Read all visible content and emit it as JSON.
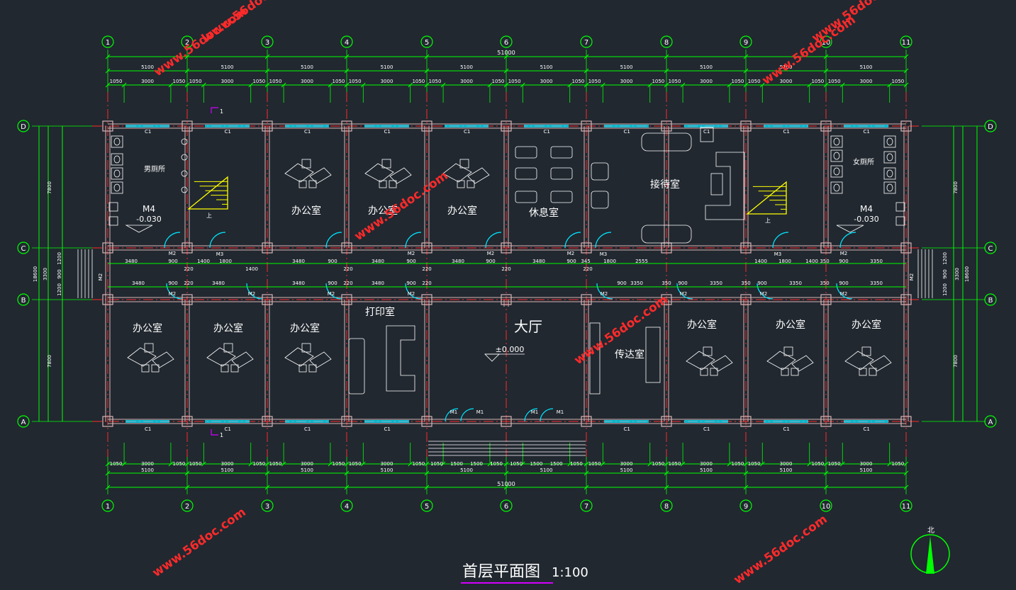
{
  "title": "首层平面图",
  "scale": "1:100",
  "watermark": "www.56doc.com",
  "axes_top": [
    "1",
    "2",
    "3",
    "4",
    "5",
    "6",
    "7",
    "8",
    "9",
    "10",
    "11"
  ],
  "axes_side": [
    "D",
    "C",
    "B",
    "A"
  ],
  "overall_dim": "51000",
  "bay_dim": "5100",
  "sub_dims": [
    "1050",
    "3000",
    "1050"
  ],
  "entrance_sub_dims": [
    "1050",
    "1500",
    "1500",
    "1050"
  ],
  "left_dims": [
    "7800",
    "1200",
    "900",
    "1200",
    "3300",
    "7800",
    "18600"
  ],
  "rooms": {
    "men_wc": "男厕所",
    "women_wc": "女厕所",
    "office": "办公室",
    "lounge": "休息室",
    "reception": "接待室",
    "print_room": "打印室",
    "hall": "大厅",
    "guard_room": "传达室"
  },
  "levels": {
    "wc": "-0.030",
    "hall": "±0.000"
  },
  "door_tags": {
    "m1": "M1",
    "m2": "M2",
    "m3": "M3",
    "m4": "M4",
    "c1": "C1"
  },
  "corridor_dims": {
    "upper_left": [
      "3480",
      "900",
      "220",
      "1400",
      "1800",
      "1400",
      "3480",
      "900",
      "220",
      "3480",
      "900",
      "220",
      "3480",
      "900",
      "220",
      "3480",
      "900",
      "220",
      "345",
      "1800",
      "2555",
      "1400",
      "1800",
      "1400",
      "350",
      "900",
      "3350"
    ],
    "lower": [
      "3480",
      "900",
      "220",
      "3480",
      "3480",
      "900",
      "220",
      "3480",
      "900",
      "220",
      "900",
      "3350",
      "350",
      "900",
      "3350",
      "350",
      "900",
      "3350",
      "350",
      "900",
      "3350"
    ]
  },
  "stair_label": "上",
  "section_mark": "1",
  "north_label": "北",
  "colors": {
    "background": "#212830",
    "axis_line": "#ff2a2a",
    "wall": "#d8b4b4",
    "dim_line": "#00ff00",
    "bubble": "#00ff00",
    "text": "#ffffff",
    "window": "#00e5ff",
    "door": "#00e5ff",
    "stair": "#ffff00",
    "watermark": "#ff2a2a",
    "section": "#d400ff"
  }
}
